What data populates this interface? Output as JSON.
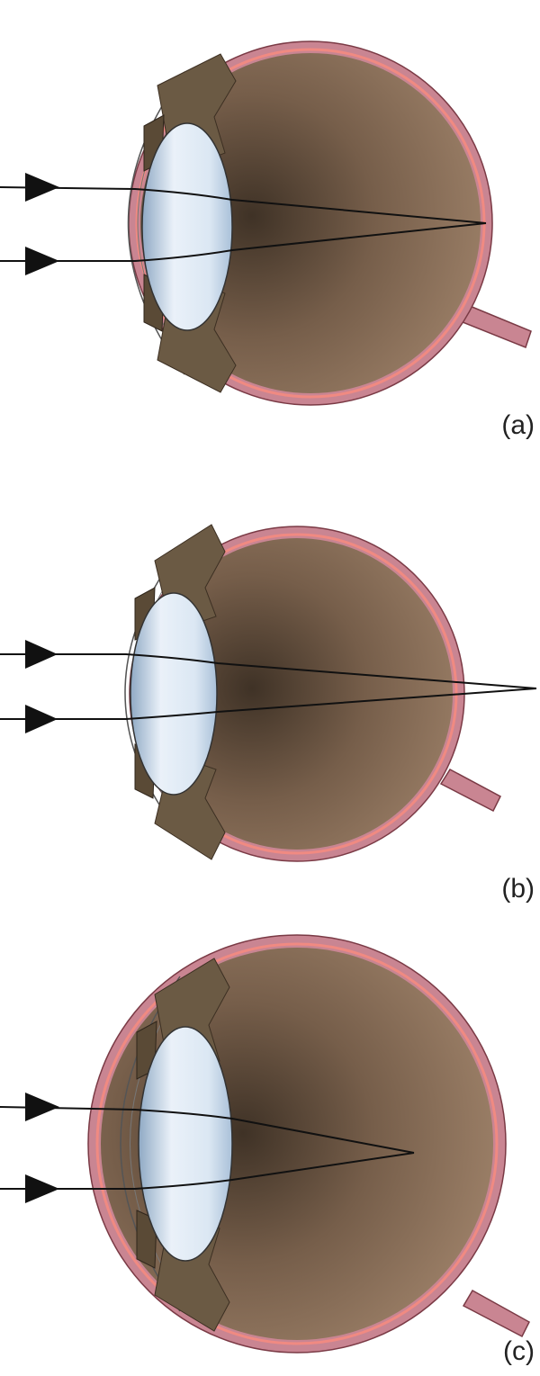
{
  "figure": {
    "panels": [
      {
        "label": "(a)",
        "focus": "on-retina"
      },
      {
        "label": "(b)",
        "focus": "behind-retina"
      },
      {
        "label": "(c)",
        "focus": "in-front-of-retina"
      }
    ]
  },
  "colors": {
    "sclera": "#c98592",
    "sclera_outline": "#7a3a45",
    "retina": "#e86f6f",
    "interior_dark": "#4a3a2c",
    "interior_light": "#9d8068",
    "lens_light": "#eef4fb",
    "lens_dark": "#9fb8d2",
    "iris": "#6b5a44",
    "ray": "#111111"
  },
  "icons": {
    "ray_arrow": "arrowhead-icon",
    "optic_nerve": "optic-nerve-icon"
  }
}
